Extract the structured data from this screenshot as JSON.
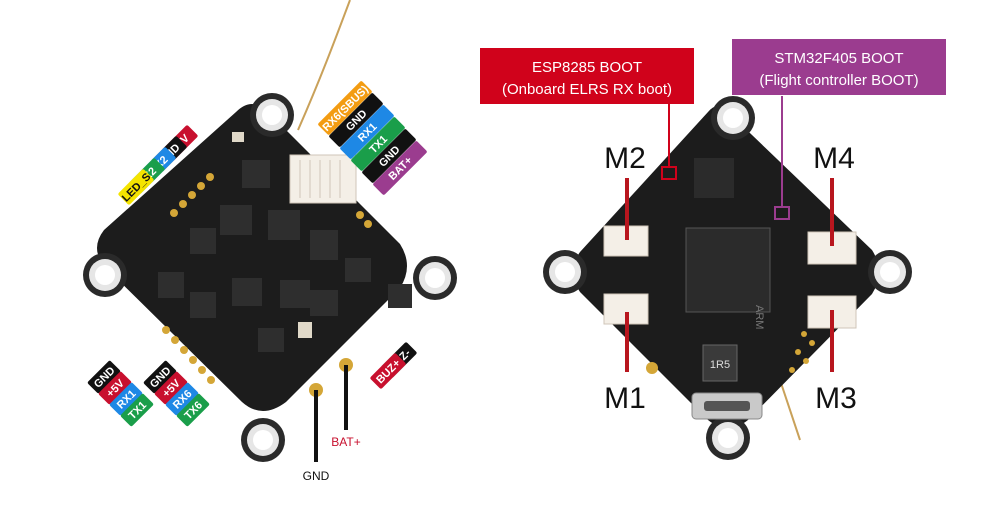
{
  "left_board": {
    "pads_top_left": [
      {
        "label": "+5V",
        "bg": "#c8102e",
        "fg": "#ffffff"
      },
      {
        "label": "GND",
        "bg": "#111111",
        "fg": "#ffffff"
      },
      {
        "label": "RX2",
        "bg": "#1e88e5",
        "fg": "#ffffff"
      },
      {
        "label": "TX2",
        "bg": "#1a9e4a",
        "fg": "#ffffff"
      },
      {
        "label": "LED_S",
        "bg": "#f5e400",
        "fg": "#111111"
      }
    ],
    "pads_top_right": [
      {
        "label": "RX6(SBUS)",
        "bg": "#f39c12",
        "fg": "#ffffff"
      },
      {
        "label": "GND",
        "bg": "#111111",
        "fg": "#ffffff"
      },
      {
        "label": "RX1",
        "bg": "#1e88e5",
        "fg": "#ffffff"
      },
      {
        "label": "TX1",
        "bg": "#1a9e4a",
        "fg": "#ffffff"
      },
      {
        "label": "GND",
        "bg": "#111111",
        "fg": "#ffffff"
      },
      {
        "label": "BAT+",
        "bg": "#9b3c8f",
        "fg": "#ffffff"
      }
    ],
    "pads_bottom_left_a": [
      {
        "label": "GND",
        "bg": "#111111",
        "fg": "#ffffff"
      },
      {
        "label": "+5V",
        "bg": "#c8102e",
        "fg": "#ffffff"
      },
      {
        "label": "RX1",
        "bg": "#1e88e5",
        "fg": "#ffffff"
      },
      {
        "label": "TX1",
        "bg": "#1a9e4a",
        "fg": "#ffffff"
      }
    ],
    "pads_bottom_left_b": [
      {
        "label": "GND",
        "bg": "#111111",
        "fg": "#ffffff"
      },
      {
        "label": "+5V",
        "bg": "#c8102e",
        "fg": "#ffffff"
      },
      {
        "label": "RX6",
        "bg": "#1e88e5",
        "fg": "#ffffff"
      },
      {
        "label": "TX6",
        "bg": "#1a9e4a",
        "fg": "#ffffff"
      }
    ],
    "pads_bottom_right": [
      {
        "label": "BUZ-",
        "bg": "#111111",
        "fg": "#ffffff"
      },
      {
        "label": "BUZ+",
        "bg": "#c8102e",
        "fg": "#ffffff"
      }
    ],
    "power_gnd": "GND",
    "power_bat": "BAT+"
  },
  "right_board": {
    "esp_boot": {
      "line1": "ESP8285 BOOT",
      "line2": "(Onboard ELRS RX boot)",
      "bg": "#d0021b"
    },
    "stm_boot": {
      "line1": "STM32F405 BOOT",
      "line2": "(Flight controller BOOT)",
      "bg": "#9b3c8f"
    },
    "motors": {
      "m1": "M1",
      "m2": "M2",
      "m3": "M3",
      "m4": "M4"
    },
    "inductor_mark": "1R5",
    "chip_mark": "ARM"
  },
  "colors": {
    "board": "#1c1c1c",
    "lead_wire": "#b8161e",
    "pad_gold": "#d4a637"
  }
}
